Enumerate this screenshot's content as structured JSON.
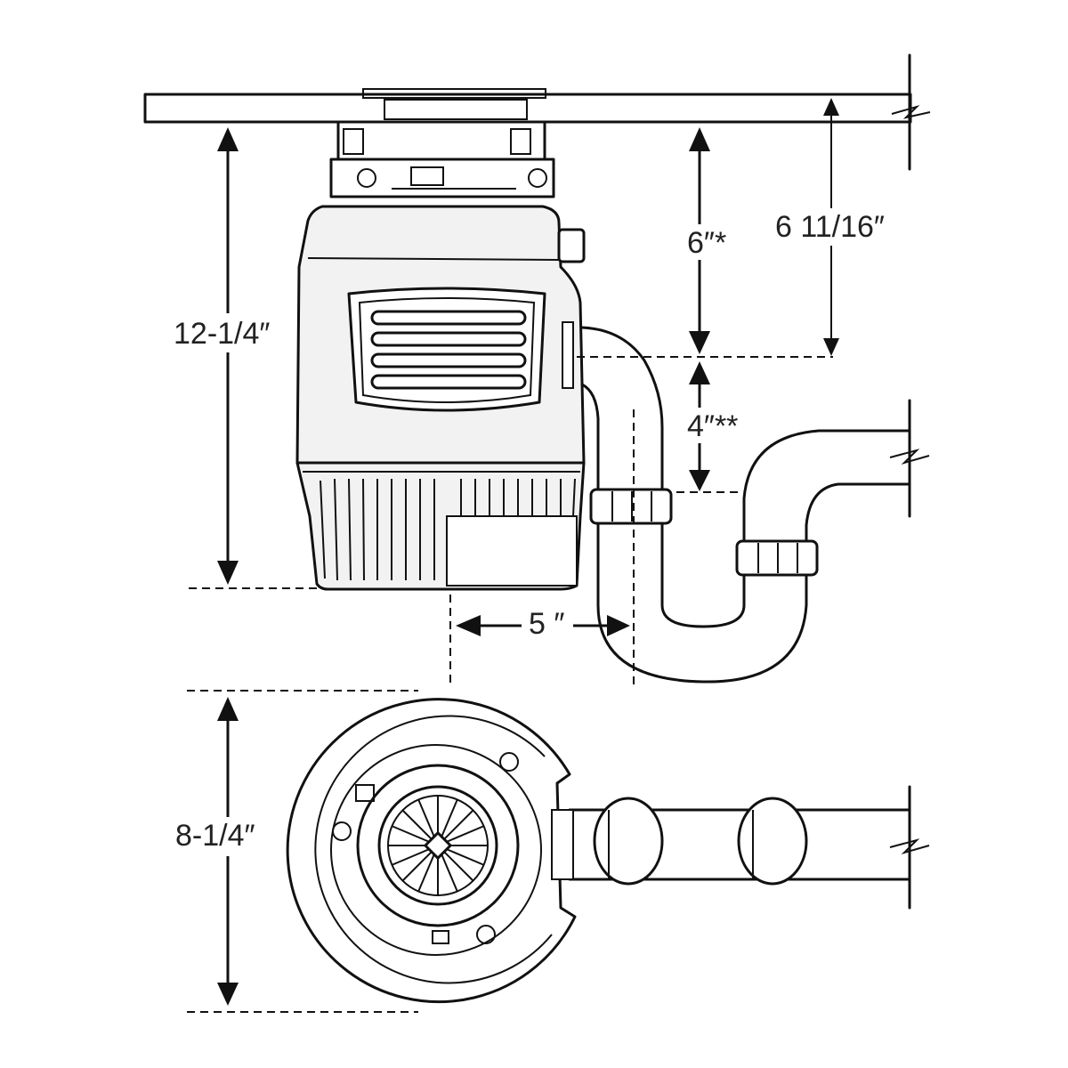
{
  "dimensions": {
    "overall_height": "12-1/4″",
    "mount_to_inlet": "6″*",
    "counter_to_inlet": "6 11/16″",
    "inlet_to_trap": "4″**",
    "outlet_offset": "5 ″",
    "diameter": "8-1/4″"
  },
  "colors": {
    "line": "#111111",
    "label": "#222222",
    "background": "#ffffff"
  }
}
